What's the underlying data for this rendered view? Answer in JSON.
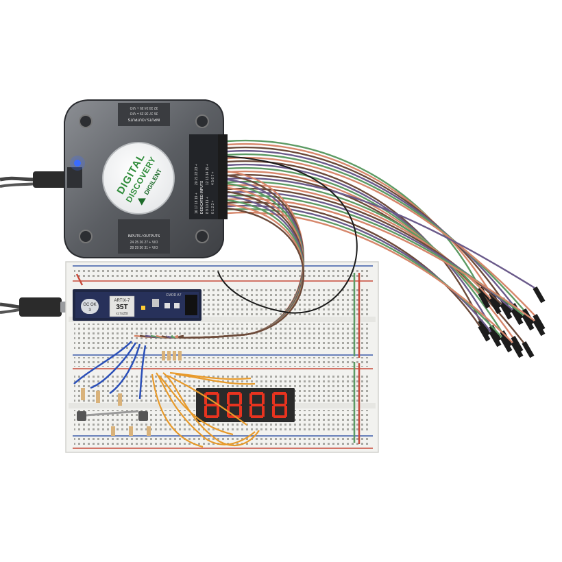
{
  "device": {
    "brand_line1": "DIGITAL",
    "brand_line2": "DISCOVERY",
    "maker": "DIGILENT",
    "top_header": "INPUTS / OUTPUTS",
    "top_pins": "36 37 38 39 + VIO",
    "top_pins2": "32 33 34 35 + VIO",
    "bottom_header": "INPUTS / OUTPUTS",
    "bottom_pins": "24 25 26 27 + VIO",
    "bottom_pins2": "28 29 30 31 + VIO",
    "side_header": "DEDICATED INPUTS",
    "side_pins_a": "16 17 18 19 +",
    "side_pins_b": "20 21 22 23 +",
    "side_pins_c": "8 9 10 11 +",
    "side_pins_d": "12 13 14 15 +",
    "side_pins_e": "0 1 2 3 +",
    "side_pins_f": "4 5 6 7 +",
    "led_color": "#3a6bff"
  },
  "fpga_module": {
    "chip_line1": "ARTIX-7",
    "chip_line2": "35T",
    "chip_line3": "xc7a35t",
    "badge_line1": "GC OK",
    "badge_line2": "3",
    "model": "CMOD A7"
  },
  "display": {
    "digits": "8888",
    "segment_color": "#e8331f"
  },
  "colors": {
    "wire_green": "#5c9a63",
    "wire_orange": "#d6866a",
    "wire_brown": "#6b4a3a",
    "wire_purple": "#6a5a8a",
    "wire_blue": "#2a4fb8",
    "wire_yellow_orange": "#e89a2a",
    "rail_red": "#c84a3a",
    "rail_blue": "#3a5aa8",
    "breadboard": "#f2f2ef"
  },
  "icons": {
    "usb_cable": "usb-cable-icon",
    "digilent_logo": "digilent-triangle-icon",
    "seven_segment": "seven-segment-display-icon"
  }
}
